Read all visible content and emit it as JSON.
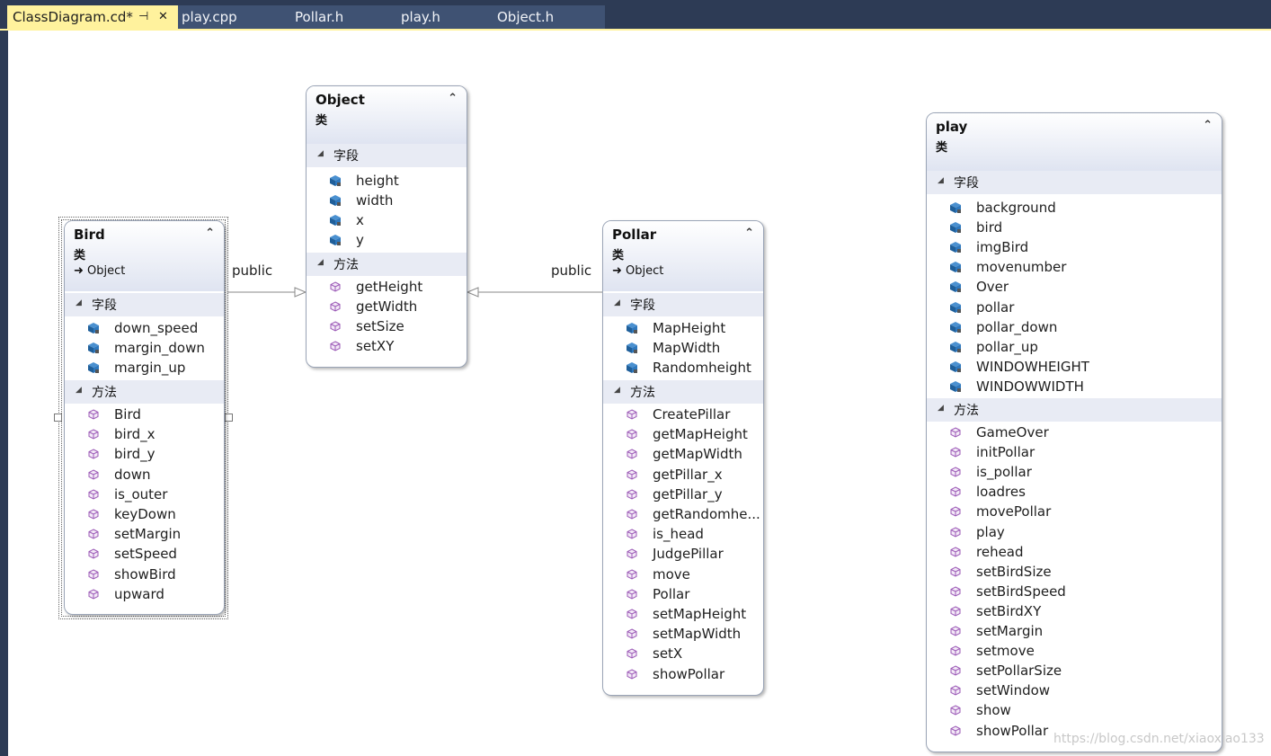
{
  "tabs": [
    {
      "label": "ClassDiagram.cd*",
      "active": true
    },
    {
      "label": "play.cpp",
      "active": false
    },
    {
      "label": "Pollar.h",
      "active": false
    },
    {
      "label": "play.h",
      "active": false
    },
    {
      "label": "Object.h",
      "active": false
    }
  ],
  "tab_pin_glyph": "⊣",
  "tab_close_glyph": "✕",
  "section_labels": {
    "fields": "字段",
    "methods": "方法"
  },
  "collapse_glyph": "⌃",
  "section_glyph": "◢",
  "classes": {
    "object": {
      "name": "Object",
      "kind": "类",
      "base": "",
      "fields": [
        "height",
        "width",
        "x",
        "y"
      ],
      "methods": [
        "getHeight",
        "getWidth",
        "setSize",
        "setXY"
      ]
    },
    "bird": {
      "name": "Bird",
      "kind": "类",
      "base": "Object",
      "fields": [
        "down_speed",
        "margin_down",
        "margin_up"
      ],
      "methods": [
        "Bird",
        "bird_x",
        "bird_y",
        "down",
        "is_outer",
        "keyDown",
        "setMargin",
        "setSpeed",
        "showBird",
        "upward"
      ]
    },
    "pollar": {
      "name": "Pollar",
      "kind": "类",
      "base": "Object",
      "fields": [
        "MapHeight",
        "MapWidth",
        "Randomheight"
      ],
      "methods": [
        "CreatePillar",
        "getMapHeight",
        "getMapWidth",
        "getPillar_x",
        "getPillar_y",
        "getRandomhe...",
        "is_head",
        "JudgePillar",
        "move",
        "Pollar",
        "setMapHeight",
        "setMapWidth",
        "setX",
        "showPollar"
      ]
    },
    "play": {
      "name": "play",
      "kind": "类",
      "base": "",
      "fields": [
        "background",
        "bird",
        "imgBird",
        "movenumber",
        "Over",
        "pollar",
        "pollar_down",
        "pollar_up",
        "WINDOWHEIGHT",
        "WINDOWWIDTH"
      ],
      "methods": [
        "GameOver",
        "initPollar",
        "is_pollar",
        "loadres",
        "movePollar",
        "play",
        "rehead",
        "setBirdSize",
        "setBirdSpeed",
        "setBirdXY",
        "setMargin",
        "setmove",
        "setPollarSize",
        "setWindow",
        "show",
        "showPollar"
      ]
    }
  },
  "inheritance_labels": {
    "bird_to_object": "public",
    "pollar_to_object": "public"
  },
  "watermark": "https://blog.csdn.net/xiaoxiao133",
  "colors": {
    "tab_bg": "#2d3b55",
    "active_tab": "#fff29d",
    "field_icon": "#1f6fb5",
    "method_icon": "#9b59b6"
  }
}
